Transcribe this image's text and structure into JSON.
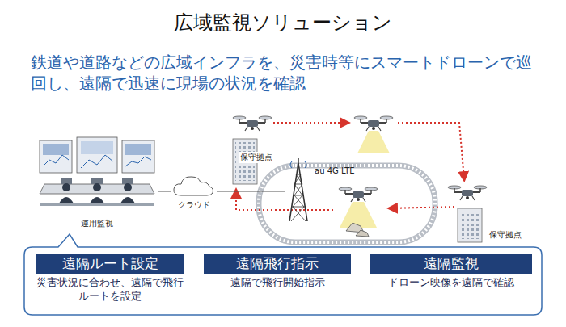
{
  "diagram": {
    "title": "広域監視ソリューション",
    "nodes": [
      {
        "text": [
          "運用監視"
        ]
      },
      {
        "text": [
          "クラウド"
        ]
      },
      {
        "text": [
          "au 4G LTE"
        ]
      },
      {
        "text": [
          "遠隔ルート設定",
          "災害状況に合わせ、遠隔で飛行ルートを設定"
        ]
      },
      {
        "text": [
          "遠隔飛行指示",
          "遠隔で飛行開始指示"
        ]
      },
      {
        "text": [
          "遠隔監視",
          "ドローン映像を遠隔で確認"
        ]
      }
    ],
    "edges": [
      {
        "from": 0,
        "to": 1,
        "arrow": "none"
      },
      {
        "from": 1,
        "to": 2,
        "arrow": "none"
      }
    ],
    "labels": [
      "鉄道や道路などの広域インフラを、災害時等にスマートドローンで巡回し、遠隔で迅速に現場の状況を確認",
      "保守拠点",
      "保守拠点"
    ]
  }
}
